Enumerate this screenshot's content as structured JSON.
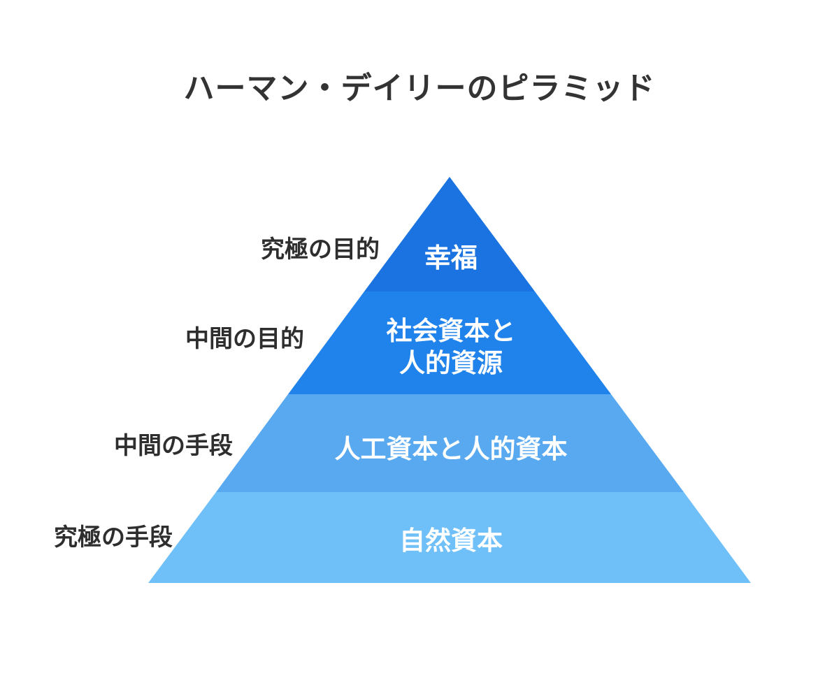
{
  "title": "ハーマン・デイリーのピラミッド",
  "colors": {
    "background": "#ffffff",
    "title_text": "#333333",
    "side_label_text": "#2e2e2e",
    "tier_text": "#ffffff"
  },
  "chart_data": {
    "type": "pyramid",
    "title": "ハーマン・デイリーのピラミッド",
    "levels_top_to_bottom": [
      {
        "rank": 1,
        "side_label": "究極の目的",
        "value": "幸福",
        "color": "#1a73e1"
      },
      {
        "rank": 2,
        "side_label": "中間の目的",
        "value": "社会資本と人的資源",
        "color": "#2083ec"
      },
      {
        "rank": 3,
        "side_label": "中間の手段",
        "value": "人工資本と人的資本",
        "color": "#59a9f1"
      },
      {
        "rank": 4,
        "side_label": "究極の手段",
        "value": "自然資本",
        "color": "#6fc0f8"
      }
    ]
  },
  "pyramid": {
    "tiers": [
      {
        "side_label": "究極の目的",
        "label_lines": [
          "幸福"
        ],
        "color": "#1a73e1"
      },
      {
        "side_label": "中間の目的",
        "label_lines": [
          "社会資本と",
          "人的資源"
        ],
        "color": "#2083ec"
      },
      {
        "side_label": "中間の手段",
        "label_lines": [
          "人工資本と人的資本"
        ],
        "color": "#59a9f1"
      },
      {
        "side_label": "究極の手段",
        "label_lines": [
          "自然資本"
        ],
        "color": "#6fc0f8"
      }
    ]
  }
}
